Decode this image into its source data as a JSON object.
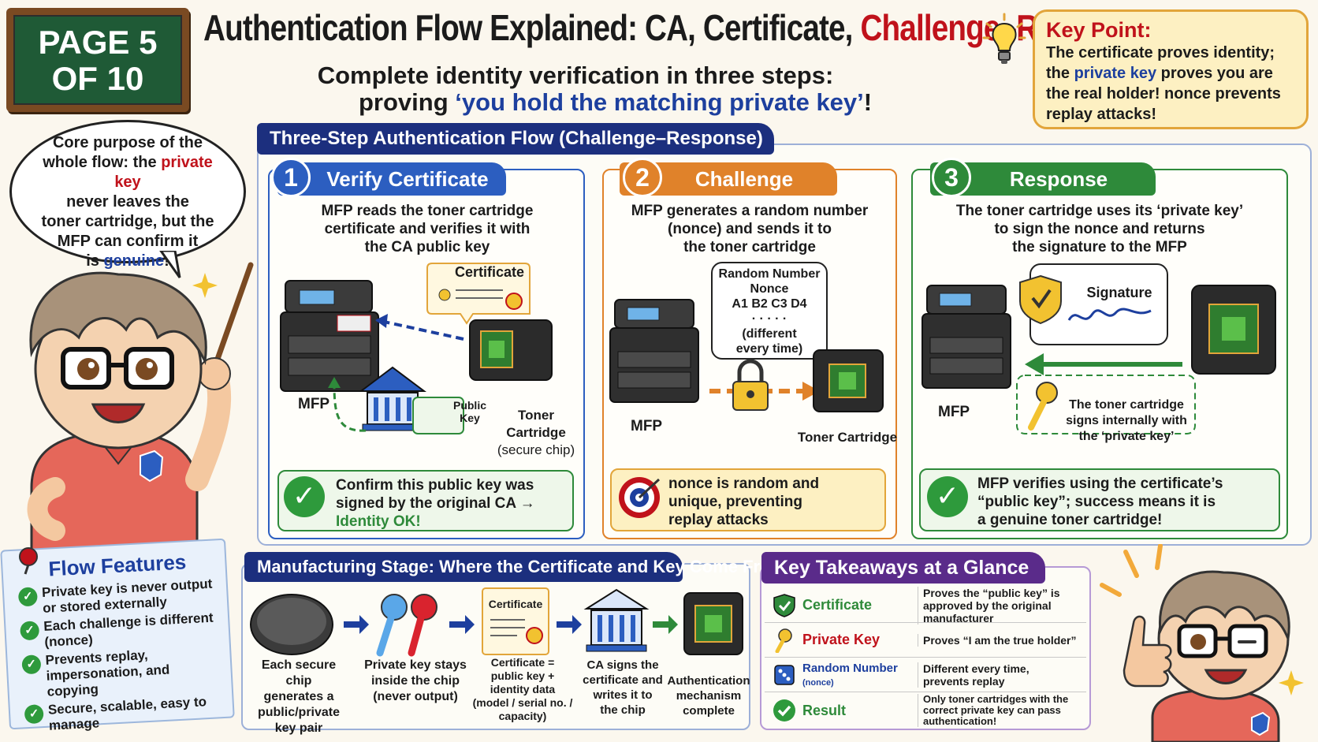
{
  "page_badge": {
    "line1": "PAGE 5",
    "line2": "OF 10"
  },
  "title": {
    "part1": "Authentication Flow Explained: CA, Certificate, ",
    "part2": "Challenge–Response"
  },
  "subtitle": {
    "line1": "Complete identity verification in three steps:",
    "line2_prefix": "proving ",
    "line2_highlight": "‘you hold the matching private key’",
    "line2_suffix": "!"
  },
  "key_point": {
    "title": "Key Point:",
    "line1": "The certificate proves identity;",
    "line2_prefix": "the ",
    "line2_highlight": "private key",
    "line2_suffix": " proves you are",
    "line3": "the real holder! nonce prevents",
    "line4": "replay attacks!"
  },
  "bubble": {
    "line1": "Core purpose of the",
    "line2_prefix": "whole flow: the ",
    "line2_highlight": "private key",
    "line3": "never leaves the",
    "line4": "toner cartridge, but the",
    "line5": "MFP can confirm it",
    "line6_prefix": "is ",
    "line6_highlight": "genuine",
    "line6_suffix": "!"
  },
  "flow_header": "Three-Step Authentication Flow (Challenge–Response)",
  "step1": {
    "num": "1",
    "title": "Verify Certificate",
    "desc1": "MFP reads the toner cartridge",
    "desc2": "certificate and verifies it with",
    "desc3": "the CA public key",
    "certificate_label": "Certificate",
    "mfp_label": "MFP",
    "toner_label1": "Toner Cartridge",
    "toner_label2": "(secure chip)",
    "public_key_label1": "Public",
    "public_key_label2": "Key",
    "result1": "Confirm this public key was",
    "result2": "signed by the original CA →",
    "result3": "Identity OK!"
  },
  "step2": {
    "num": "2",
    "title": "Challenge",
    "desc1": "MFP generates a random number",
    "desc2": "(nonce) and sends it to",
    "desc3": "the toner cartridge",
    "nonce_l1": "Random Number",
    "nonce_l2": "Nonce",
    "nonce_l3": "A1 B2 C3 D4",
    "nonce_l4": "· · · · ·",
    "nonce_l5": "(different",
    "nonce_l6": "every time)",
    "mfp_label": "MFP",
    "toner_label": "Toner Cartridge",
    "result1": "nonce is random and",
    "result2": "unique, preventing",
    "result3": "replay attacks"
  },
  "step3": {
    "num": "3",
    "title": "Response",
    "desc1": "The toner cartridge uses its ‘private key’",
    "desc2": "to sign the nonce and returns",
    "desc3": "the signature to the MFP",
    "signature_label": "Signature",
    "mfp_label": "MFP",
    "sign_note1": "The toner cartridge",
    "sign_note2": "signs internally with",
    "sign_note3": "the ‘private key’",
    "result1": "MFP verifies using the certificate’s",
    "result2": "“public key”; success means it is",
    "result3": "a genuine toner cartridge!"
  },
  "features": {
    "title": "Flow Features",
    "items": [
      "Private key is never output or stored externally",
      "Each challenge is different (nonce)",
      "Prevents replay, impersonation, and copying",
      "Secure, scalable, easy to manage"
    ]
  },
  "manufacturing": {
    "header": "Manufacturing Stage: Where the Certificate and Key Come From",
    "certificate_label": "Certificate",
    "steps": [
      {
        "l1": "Each secure chip",
        "l2": "generates a",
        "l3": "public/private",
        "l4": "key pair"
      },
      {
        "l1": "Private key stays",
        "l2": "inside the chip",
        "l3": "(never output)",
        "l4": ""
      },
      {
        "l1": "Certificate =",
        "l2": "public key +",
        "l3": "identity data",
        "l4": "(model / serial no. /",
        "l5": "capacity)"
      },
      {
        "l1": "CA signs the",
        "l2": "certificate and",
        "l3": "writes it to",
        "l4": "the chip"
      },
      {
        "l1": "Authentication",
        "l2": "mechanism",
        "l3": "complete",
        "l4": ""
      }
    ]
  },
  "takeaways": {
    "header": "Key Takeaways at a Glance",
    "rows": [
      {
        "term": "Certificate",
        "color": "#2e8a3a",
        "def1": "Proves the “public key” is",
        "def2": "approved by the original manufacturer",
        "def3": ""
      },
      {
        "term": "Private Key",
        "color": "#c0121b",
        "def1": "Proves “I am the true holder”",
        "def2": "",
        "def3": ""
      },
      {
        "term": "Random Number",
        "term_small": "(nonce)",
        "color": "#1d3f9e",
        "def1": "Different every time,",
        "def2": "prevents replay",
        "def3": ""
      },
      {
        "term": "Result",
        "color": "#2e8a3a",
        "def1": "Only toner cartridges with the",
        "def2": "correct private key can pass",
        "def3": "authentication!"
      }
    ]
  },
  "colors": {
    "navy": "#1c2f7e",
    "blue": "#2c5ec0",
    "orange": "#e0822a",
    "green": "#2e8a3a",
    "red": "#c0121b",
    "purple": "#5a2b8a"
  }
}
